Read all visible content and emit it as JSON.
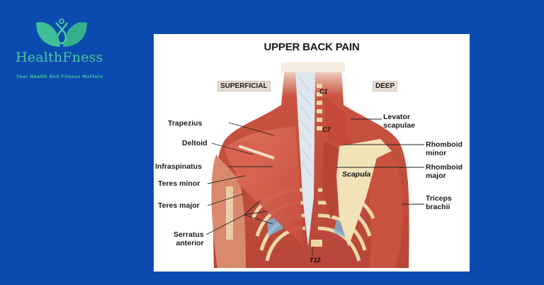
{
  "brand": {
    "name": "HealthFness",
    "tagline": "Your Health And Fitness Matters",
    "logo_icon": "leaf-figure-icon",
    "colors": {
      "background": "#0b4aae",
      "brand_green": "#44c9a0"
    }
  },
  "figure": {
    "title": "UPPER BACK PAIN",
    "section_left": "SUPERFICIAL",
    "section_right": "DEEP",
    "left_labels": [
      {
        "text": "Trapezius"
      },
      {
        "text": "Deltoid"
      },
      {
        "text": "Infraspinatus"
      },
      {
        "text": "Teres minor"
      },
      {
        "text": "Teres major"
      },
      {
        "text": "Serratus\nanterior"
      }
    ],
    "right_labels": [
      {
        "text": "Levator\nscapulae"
      },
      {
        "text": "Rhomboid\nminor"
      },
      {
        "text": "Rhomboid\nmajor"
      },
      {
        "text": "Triceps\nbrachii"
      }
    ],
    "inline_labels": {
      "scapula": "Scapula",
      "c1": "C1",
      "c7": "C7",
      "t12": "T12"
    }
  }
}
